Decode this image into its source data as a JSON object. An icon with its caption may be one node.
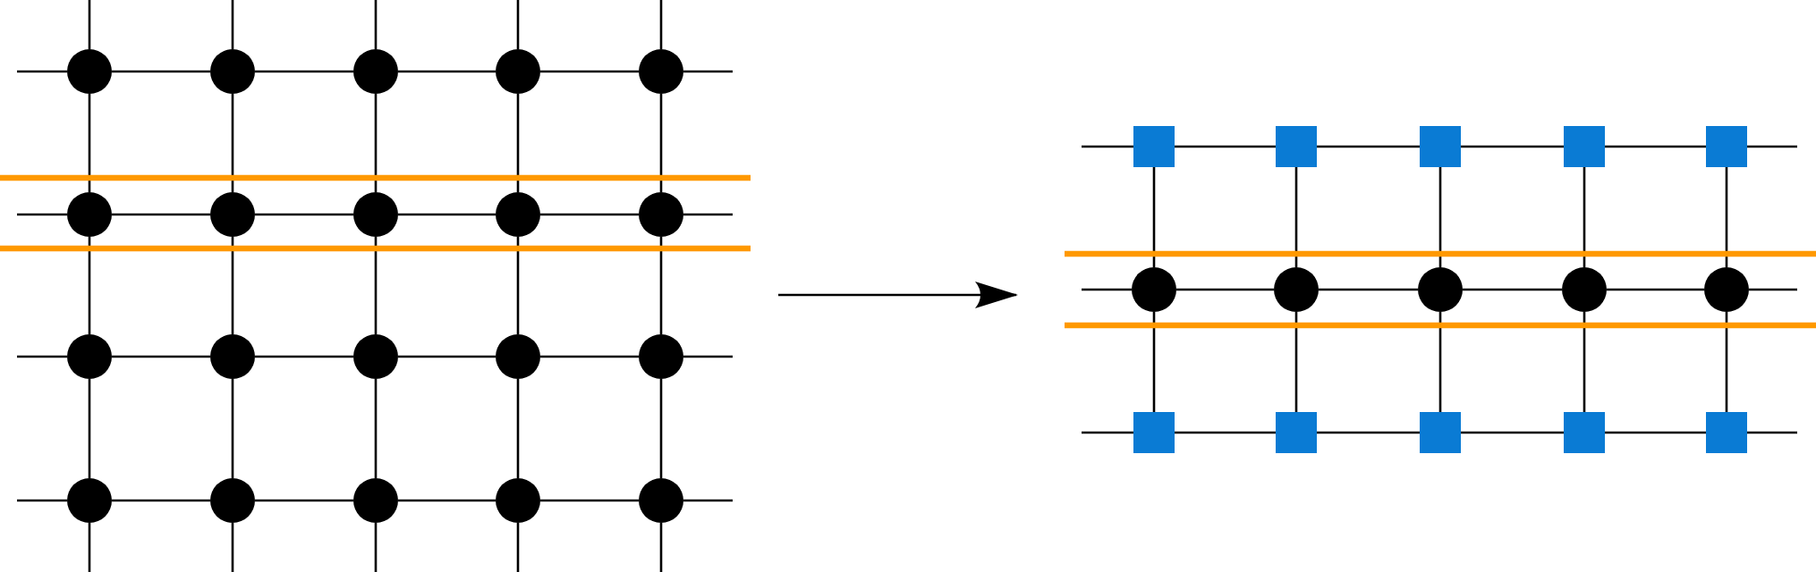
{
  "diagram": {
    "nodes": [
      {
        "text": [],
        "shape": "circle"
      },
      {
        "text": [],
        "shape": "circle"
      },
      {
        "text": [],
        "shape": "circle"
      },
      {
        "text": [],
        "shape": "circle"
      },
      {
        "text": [],
        "shape": "circle"
      },
      {
        "text": [],
        "shape": "circle"
      },
      {
        "text": [],
        "shape": "circle"
      },
      {
        "text": [],
        "shape": "circle"
      },
      {
        "text": [],
        "shape": "circle"
      },
      {
        "text": [],
        "shape": "circle"
      },
      {
        "text": [],
        "shape": "circle"
      },
      {
        "text": [],
        "shape": "circle"
      },
      {
        "text": [],
        "shape": "circle"
      },
      {
        "text": [],
        "shape": "circle"
      },
      {
        "text": [],
        "shape": "circle"
      },
      {
        "text": [],
        "shape": "circle"
      },
      {
        "text": [],
        "shape": "circle"
      },
      {
        "text": [],
        "shape": "circle"
      },
      {
        "text": [],
        "shape": "circle"
      },
      {
        "text": [],
        "shape": "circle"
      },
      {
        "text": [],
        "shape": "box"
      },
      {
        "text": [],
        "shape": "box"
      },
      {
        "text": [],
        "shape": "box"
      },
      {
        "text": [],
        "shape": "box"
      },
      {
        "text": [],
        "shape": "box"
      },
      {
        "text": [],
        "shape": "circle"
      },
      {
        "text": [],
        "shape": "circle"
      },
      {
        "text": [],
        "shape": "circle"
      },
      {
        "text": [],
        "shape": "circle"
      },
      {
        "text": [],
        "shape": "circle"
      },
      {
        "text": [],
        "shape": "box"
      },
      {
        "text": [],
        "shape": "box"
      },
      {
        "text": [],
        "shape": "box"
      },
      {
        "text": [],
        "shape": "box"
      },
      {
        "text": [],
        "shape": "box"
      }
    ],
    "edges": [
      {
        "from": 0,
        "to": 1,
        "arrow": "none"
      },
      {
        "from": 1,
        "to": 2,
        "arrow": "none"
      },
      {
        "from": 2,
        "to": 3,
        "arrow": "none"
      },
      {
        "from": 3,
        "to": 4,
        "arrow": "none"
      },
      {
        "from": 5,
        "to": 6,
        "arrow": "none"
      },
      {
        "from": 6,
        "to": 7,
        "arrow": "none"
      },
      {
        "from": 7,
        "to": 8,
        "arrow": "none"
      },
      {
        "from": 8,
        "to": 9,
        "arrow": "none"
      },
      {
        "from": 10,
        "to": 11,
        "arrow": "none"
      },
      {
        "from": 11,
        "to": 12,
        "arrow": "none"
      },
      {
        "from": 12,
        "to": 13,
        "arrow": "none"
      },
      {
        "from": 13,
        "to": 14,
        "arrow": "none"
      },
      {
        "from": 15,
        "to": 16,
        "arrow": "none"
      },
      {
        "from": 16,
        "to": 17,
        "arrow": "none"
      },
      {
        "from": 17,
        "to": 18,
        "arrow": "none"
      },
      {
        "from": 18,
        "to": 19,
        "arrow": "none"
      },
      {
        "from": 0,
        "to": 5,
        "arrow": "none"
      },
      {
        "from": 5,
        "to": 10,
        "arrow": "none"
      },
      {
        "from": 10,
        "to": 15,
        "arrow": "none"
      },
      {
        "from": 1,
        "to": 6,
        "arrow": "none"
      },
      {
        "from": 6,
        "to": 11,
        "arrow": "none"
      },
      {
        "from": 11,
        "to": 16,
        "arrow": "none"
      },
      {
        "from": 2,
        "to": 7,
        "arrow": "none"
      },
      {
        "from": 7,
        "to": 12,
        "arrow": "none"
      },
      {
        "from": 12,
        "to": 17,
        "arrow": "none"
      },
      {
        "from": 3,
        "to": 8,
        "arrow": "none"
      },
      {
        "from": 8,
        "to": 13,
        "arrow": "none"
      },
      {
        "from": 13,
        "to": 18,
        "arrow": "none"
      },
      {
        "from": 4,
        "to": 9,
        "arrow": "none"
      },
      {
        "from": 9,
        "to": 14,
        "arrow": "none"
      },
      {
        "from": 14,
        "to": 19,
        "arrow": "none"
      },
      {
        "from": 20,
        "to": 21,
        "arrow": "none"
      },
      {
        "from": 21,
        "to": 22,
        "arrow": "none"
      },
      {
        "from": 22,
        "to": 23,
        "arrow": "none"
      },
      {
        "from": 23,
        "to": 24,
        "arrow": "none"
      },
      {
        "from": 25,
        "to": 26,
        "arrow": "none"
      },
      {
        "from": 26,
        "to": 27,
        "arrow": "none"
      },
      {
        "from": 27,
        "to": 28,
        "arrow": "none"
      },
      {
        "from": 28,
        "to": 29,
        "arrow": "none"
      },
      {
        "from": 30,
        "to": 31,
        "arrow": "none"
      },
      {
        "from": 31,
        "to": 32,
        "arrow": "none"
      },
      {
        "from": 32,
        "to": 33,
        "arrow": "none"
      },
      {
        "from": 33,
        "to": 34,
        "arrow": "none"
      },
      {
        "from": 20,
        "to": 25,
        "arrow": "none"
      },
      {
        "from": 25,
        "to": 30,
        "arrow": "none"
      },
      {
        "from": 21,
        "to": 26,
        "arrow": "none"
      },
      {
        "from": 26,
        "to": 31,
        "arrow": "none"
      },
      {
        "from": 22,
        "to": 27,
        "arrow": "none"
      },
      {
        "from": 27,
        "to": 32,
        "arrow": "none"
      },
      {
        "from": 23,
        "to": 28,
        "arrow": "none"
      },
      {
        "from": 28,
        "to": 33,
        "arrow": "none"
      },
      {
        "from": 24,
        "to": 29,
        "arrow": "none"
      },
      {
        "from": 29,
        "to": 34,
        "arrow": "none"
      }
    ]
  }
}
